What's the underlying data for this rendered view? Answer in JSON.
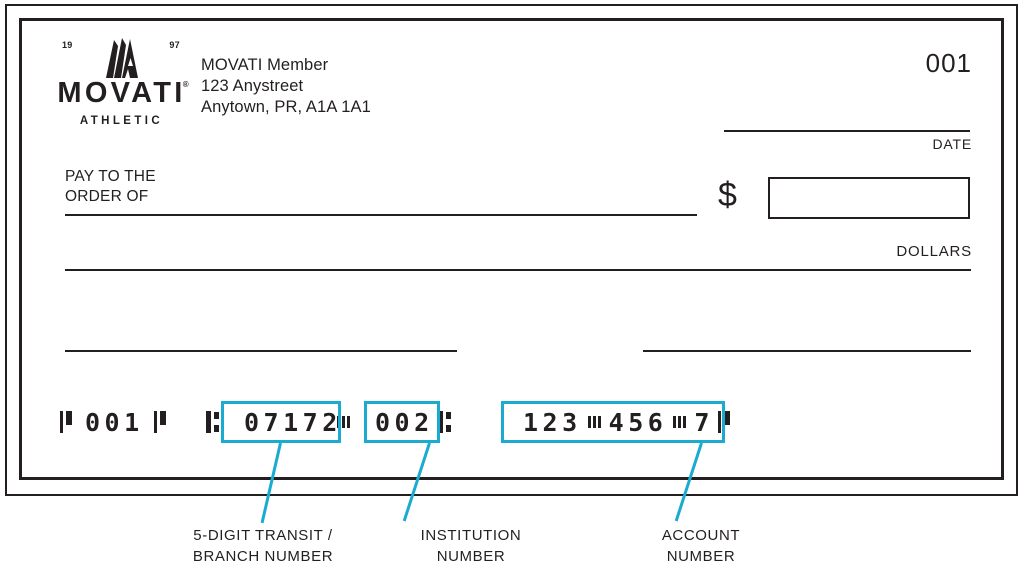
{
  "cheque": {
    "number": "001",
    "payer": {
      "name": "MOVATI Member",
      "street": "123 Anystreet",
      "city_line": "Anytown, PR, A1A 1A1"
    },
    "logo": {
      "wordmark": "MOVATI",
      "subword": "ATHLETIC",
      "registered": "®",
      "year_left": "19",
      "year_right": "97",
      "mark_icon": "mountain-peaks-icon"
    },
    "fields": {
      "date_label": "DATE",
      "pay_to_line1": "PAY TO THE",
      "pay_to_line2": "ORDER OF",
      "dollar_sign": "$",
      "dollars_label": "DOLLARS",
      "pay_to_value": "",
      "date_value": "",
      "amount_value": "",
      "amount_words_value": "",
      "memo_value": "",
      "signature_value": ""
    },
    "micr": {
      "cheque_number_group": "001",
      "transit_branch": "07172",
      "institution": "002",
      "account_part1": "123",
      "account_part2": "456",
      "account_part3": "7",
      "symbols": {
        "on_us": "on-us-symbol",
        "transit": "transit-symbol",
        "dash": "dash-symbol"
      }
    }
  },
  "callouts": [
    {
      "id": "transit",
      "line1": "5-DIGIT TRANSIT /",
      "line2": "BRANCH NUMBER"
    },
    {
      "id": "institution",
      "line1": "INSTITUTION",
      "line2": "NUMBER"
    },
    {
      "id": "account",
      "line1": "ACCOUNT",
      "line2": "NUMBER"
    }
  ],
  "colors": {
    "accent": "#1babd0",
    "ink": "#231f20",
    "paper": "#ffffff"
  }
}
